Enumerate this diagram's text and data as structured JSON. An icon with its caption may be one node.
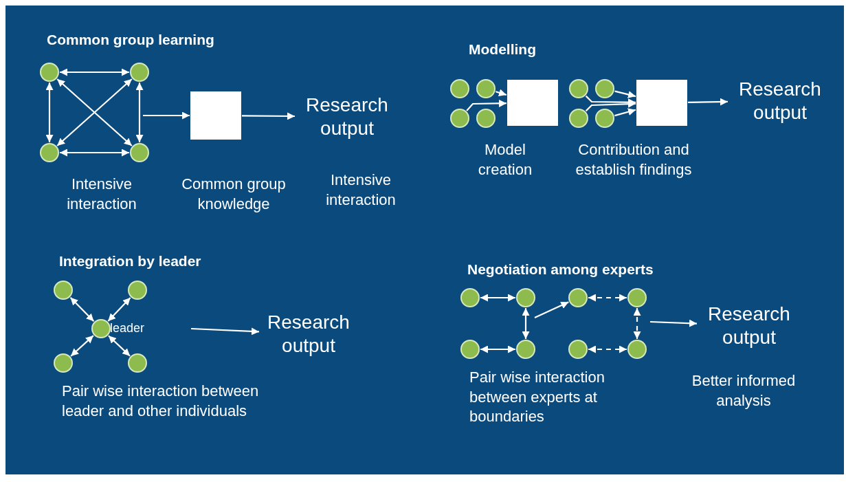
{
  "diagram": {
    "nodes": [
      {
        "text": [],
        "shape": "circle"
      },
      {
        "text": [],
        "shape": "circle"
      },
      {
        "text": [],
        "shape": "circle"
      },
      {
        "text": [],
        "shape": "circle"
      },
      {
        "text": [],
        "shape": "box"
      },
      {
        "text": [
          "Research output"
        ]
      },
      {
        "text": [],
        "shape": "circle"
      },
      {
        "text": [],
        "shape": "circle"
      },
      {
        "text": [],
        "shape": "circle"
      },
      {
        "text": [],
        "shape": "circle"
      },
      {
        "text": [],
        "shape": "box"
      },
      {
        "text": [],
        "shape": "circle"
      },
      {
        "text": [],
        "shape": "circle"
      },
      {
        "text": [],
        "shape": "circle"
      },
      {
        "text": [],
        "shape": "circle"
      },
      {
        "text": [],
        "shape": "box"
      },
      {
        "text": [
          "Research output"
        ]
      },
      {
        "text": [],
        "shape": "circle"
      },
      {
        "text": [],
        "shape": "circle"
      },
      {
        "text": [],
        "shape": "circle",
        "beside": [
          "leader"
        ]
      },
      {
        "text": [],
        "shape": "circle"
      },
      {
        "text": [],
        "shape": "circle"
      },
      {
        "text": [
          "Research output"
        ]
      },
      {
        "text": [],
        "shape": "circle"
      },
      {
        "text": [],
        "shape": "circle"
      },
      {
        "text": [],
        "shape": "circle"
      },
      {
        "text": [],
        "shape": "circle"
      },
      {
        "text": [],
        "shape": "circle"
      },
      {
        "text": [],
        "shape": "circle"
      },
      {
        "text": [],
        "shape": "circle"
      },
      {
        "text": [],
        "shape": "circle"
      },
      {
        "text": [
          "Research output"
        ]
      }
    ],
    "edges": [
      {
        "from": 0,
        "to": 1,
        "arrow": "both"
      },
      {
        "from": 0,
        "to": 2,
        "arrow": "both"
      },
      {
        "from": 0,
        "to": 3,
        "arrow": "both"
      },
      {
        "from": 1,
        "to": 2,
        "arrow": "both"
      },
      {
        "from": 1,
        "to": 3,
        "arrow": "both"
      },
      {
        "from": 2,
        "to": 3,
        "arrow": "both"
      },
      {
        "from": null,
        "to": 4,
        "arrow": "to"
      },
      {
        "from": 4,
        "to": 5,
        "arrow": "to"
      },
      {
        "from": 7,
        "to": 10,
        "arrow": "to"
      },
      {
        "from": 8,
        "to": 10,
        "arrow": "to"
      },
      {
        "from": 11,
        "to": 15,
        "arrow": "to"
      },
      {
        "from": 12,
        "to": 15,
        "arrow": "to"
      },
      {
        "from": 13,
        "to": 15,
        "arrow": "to"
      },
      {
        "from": 14,
        "to": 15,
        "arrow": "to"
      },
      {
        "from": 15,
        "to": 16,
        "arrow": "to"
      },
      {
        "from": 17,
        "to": 19,
        "arrow": "both"
      },
      {
        "from": 18,
        "to": 19,
        "arrow": "both"
      },
      {
        "from": 19,
        "to": 20,
        "arrow": "both"
      },
      {
        "from": 19,
        "to": 21,
        "arrow": "both"
      },
      {
        "from": null,
        "to": 22,
        "arrow": "to"
      },
      {
        "from": 23,
        "to": 24,
        "arrow": "both"
      },
      {
        "from": 24,
        "to": 26,
        "arrow": "both"
      },
      {
        "from": 25,
        "to": 26,
        "arrow": "both"
      },
      {
        "from": null,
        "to": 27,
        "arrow": "to"
      },
      {
        "from": 27,
        "to": 28,
        "arrow": "both",
        "style": "dashed"
      },
      {
        "from": 28,
        "to": 30,
        "arrow": "both",
        "style": "dashed"
      },
      {
        "from": 29,
        "to": 30,
        "arrow": "both",
        "style": "dashed"
      },
      {
        "from": null,
        "to": 31,
        "arrow": "to"
      }
    ],
    "labels": [
      "Common group learning",
      "Modelling",
      "Intensive interaction",
      "Common group knowledge",
      "Intensive interaction",
      "Model creation",
      "Contribution and establish findings",
      "Integration by leader",
      "Negotiation among experts",
      "Pair wise interaction between leader and other individuals",
      "Pair wise interaction between experts at boundaries",
      "Better informed analysis"
    ]
  }
}
